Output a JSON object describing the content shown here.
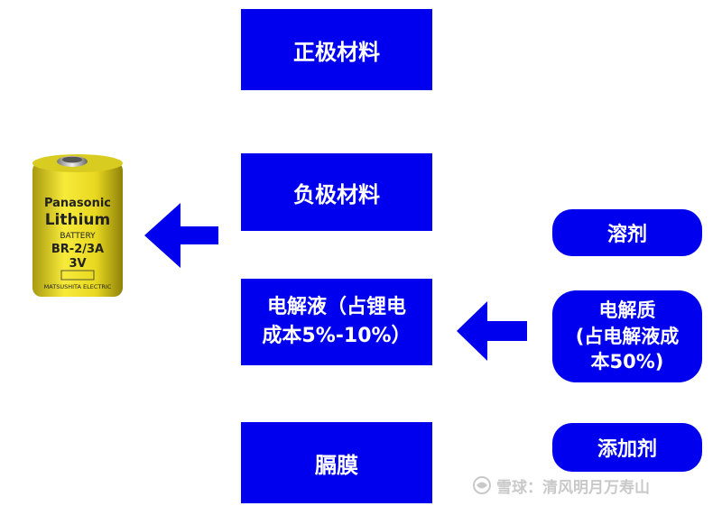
{
  "nodes": {
    "cathode": "正极材料",
    "anode": "负极材料",
    "electrolyte_line1": "电解液（占锂电",
    "electrolyte_line2": "成本5%-10%）",
    "separator": "膈膜"
  },
  "inputs": {
    "solvent": "溶剂",
    "electrolyte_salt_line1": "电解质",
    "electrolyte_salt_line2": "(占电解液成",
    "electrolyte_salt_line3": "本50%)",
    "additive": "添加剂"
  },
  "battery": {
    "brand": "Panasonic",
    "type": "Lithium",
    "label": "BATTERY",
    "model": "BR-2/3A",
    "voltage": "3V",
    "maker": "MATSUSHITA ELECTRIC"
  },
  "watermark": {
    "text": "雪球：清风明月万寿山"
  },
  "colors": {
    "box_fill": "#0000ee",
    "text": "#ffffff",
    "battery_yellow": "#f0e12a"
  }
}
